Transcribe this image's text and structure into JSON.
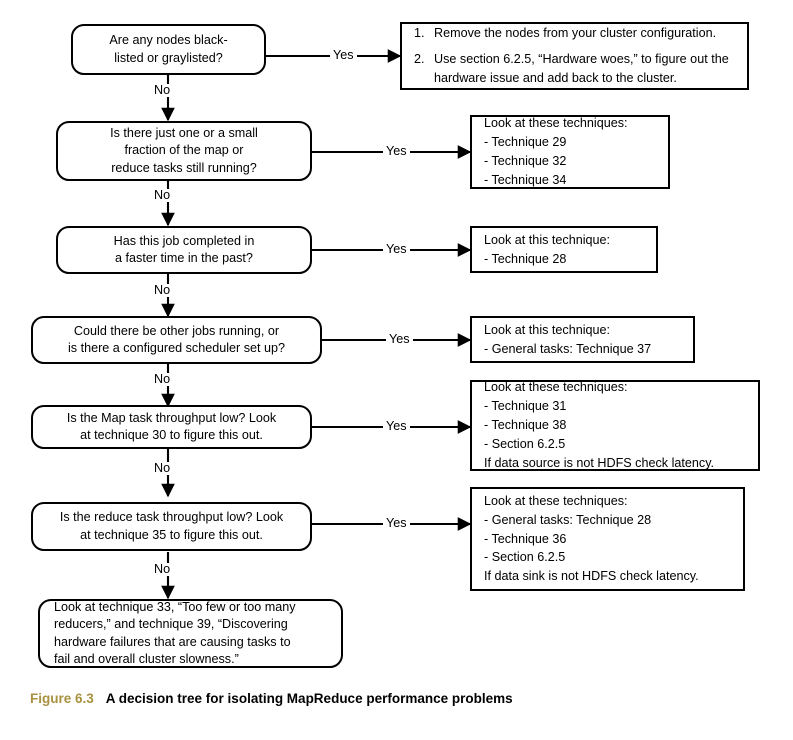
{
  "figure": {
    "number_label": "Figure 6.3",
    "caption": "A decision tree for isolating MapReduce performance problems",
    "number_color": "#a8913f",
    "text_color": "#000000",
    "background": "#ffffff"
  },
  "edge_labels": {
    "yes": "Yes",
    "no": "No"
  },
  "decisions": [
    {
      "id": "blacklisted-nodes",
      "line1": "Are any nodes black-",
      "line2": "listed or graylisted?"
    },
    {
      "id": "few-tasks-running",
      "line1": "Is there just one or a small",
      "line2": "fraction of the map or",
      "line3": "reduce tasks  still running?"
    },
    {
      "id": "faster-in-past",
      "line1": "Has this job completed in",
      "line2": "a faster time in the past?"
    },
    {
      "id": "other-jobs-scheduler",
      "line1": "Could there be other jobs running, or",
      "line2": "is there a configured scheduler set up?"
    },
    {
      "id": "map-throughput-low",
      "line1": "Is the Map task throughput low? Look",
      "line2": "at technique 30 to figure this out."
    },
    {
      "id": "reduce-throughput-low",
      "line1": "Is the reduce task throughput low?  Look",
      "line2": "at technique 35 to figure this out."
    }
  ],
  "final_node": {
    "id": "final-advice",
    "line1": "Look at technique 33, “Too few or too many",
    "line2": "reducers,” and technique 39, “Discovering",
    "line3": "hardware failures that are causing tasks to",
    "line4": "fail and overall cluster slowness.”"
  },
  "actions": [
    {
      "id": "remove-nodes",
      "items": [
        {
          "num": "1.",
          "txt": "Remove the nodes from your cluster configuration."
        },
        {
          "num": "2.",
          "txt": "Use section 6.2.5, “Hardware woes,” to figure out the hardware issue and add back to the cluster."
        }
      ]
    },
    {
      "id": "techniques-29-32-34",
      "lines": [
        "Look at these techniques:",
        "- Technique 29",
        "- Technique 32",
        "- Technique 34"
      ]
    },
    {
      "id": "technique-28",
      "lines": [
        "Look at this technique:",
        "- Technique 28"
      ]
    },
    {
      "id": "technique-37",
      "lines": [
        "Look at this technique:",
        "- General tasks: Technique 37"
      ]
    },
    {
      "id": "map-techniques",
      "lines": [
        "Look at these techniques:",
        "- Technique 31",
        "- Technique 38",
        "- Section 6.2.5",
        "If data source is not HDFS check latency."
      ]
    },
    {
      "id": "reduce-techniques",
      "lines": [
        "Look at these techniques:",
        "- General tasks:  Technique 28",
        "- Technique 36",
        "- Section 6.2.5",
        "If data sink is not HDFS check latency."
      ]
    }
  ]
}
